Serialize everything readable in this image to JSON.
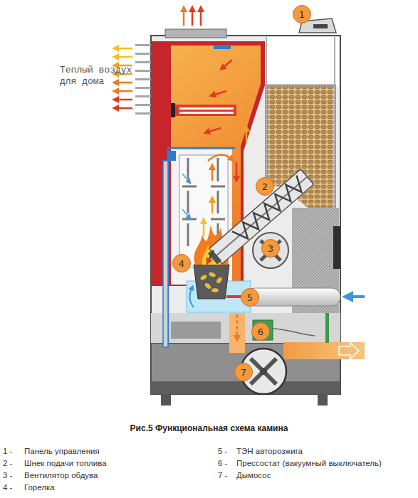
{
  "diagram": {
    "caption": "Рис.5 Функциональная схема камина",
    "nodes": [
      {
        "text": [
          "1"
        ]
      },
      {
        "text": [
          "2"
        ]
      },
      {
        "text": [
          "3"
        ]
      },
      {
        "text": [
          "4"
        ]
      },
      {
        "text": [
          "5"
        ]
      },
      {
        "text": [
          "6"
        ]
      },
      {
        "text": [
          "7"
        ]
      }
    ],
    "labels": [
      "Теплый воздух для дома",
      "1 -",
      "Панель управления",
      "2 -",
      "Шнек подачи топлива",
      "3 -",
      "Вентилятор обдува",
      "4 -",
      "Горелка",
      "5 -",
      "ТЭН авторозжига",
      "6 -",
      "Прессостат (вакуумный выключатель)",
      "7 -",
      "Дымосос"
    ]
  }
}
